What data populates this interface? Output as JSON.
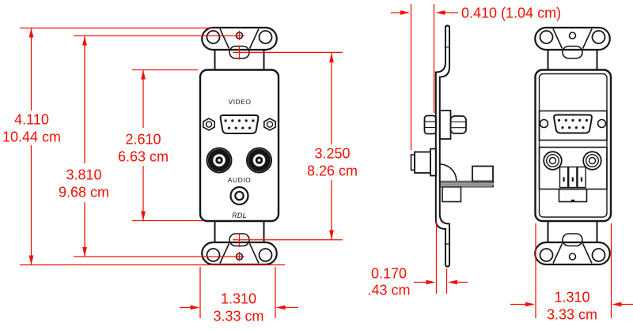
{
  "colors": {
    "dimension_red": "#f21000",
    "line_art_black": "#161616",
    "background": "#ffffff"
  },
  "plate_labels": {
    "video": "VIDEO",
    "audio": "AUDIO",
    "brand": "RDL"
  },
  "dims": {
    "overall_height": {
      "inches": "4.110",
      "metric": "10.44 cm"
    },
    "mount_hole_spacing": {
      "inches": "3.810",
      "metric": "9.68 cm"
    },
    "insert_height": {
      "inches": "2.610",
      "metric": "6.63 cm"
    },
    "screw_slot_spacing": {
      "inches": "3.250",
      "metric": "8.26 cm"
    },
    "front_width": {
      "inches": "1.310",
      "metric": "3.33 cm"
    },
    "front_protrusion": {
      "text": "0.410 (1.04 cm)"
    },
    "tab_offset": {
      "inches": "0.170",
      "metric": ".43 cm"
    },
    "rear_width": {
      "inches": "1.310",
      "metric": "3.33 cm"
    }
  }
}
